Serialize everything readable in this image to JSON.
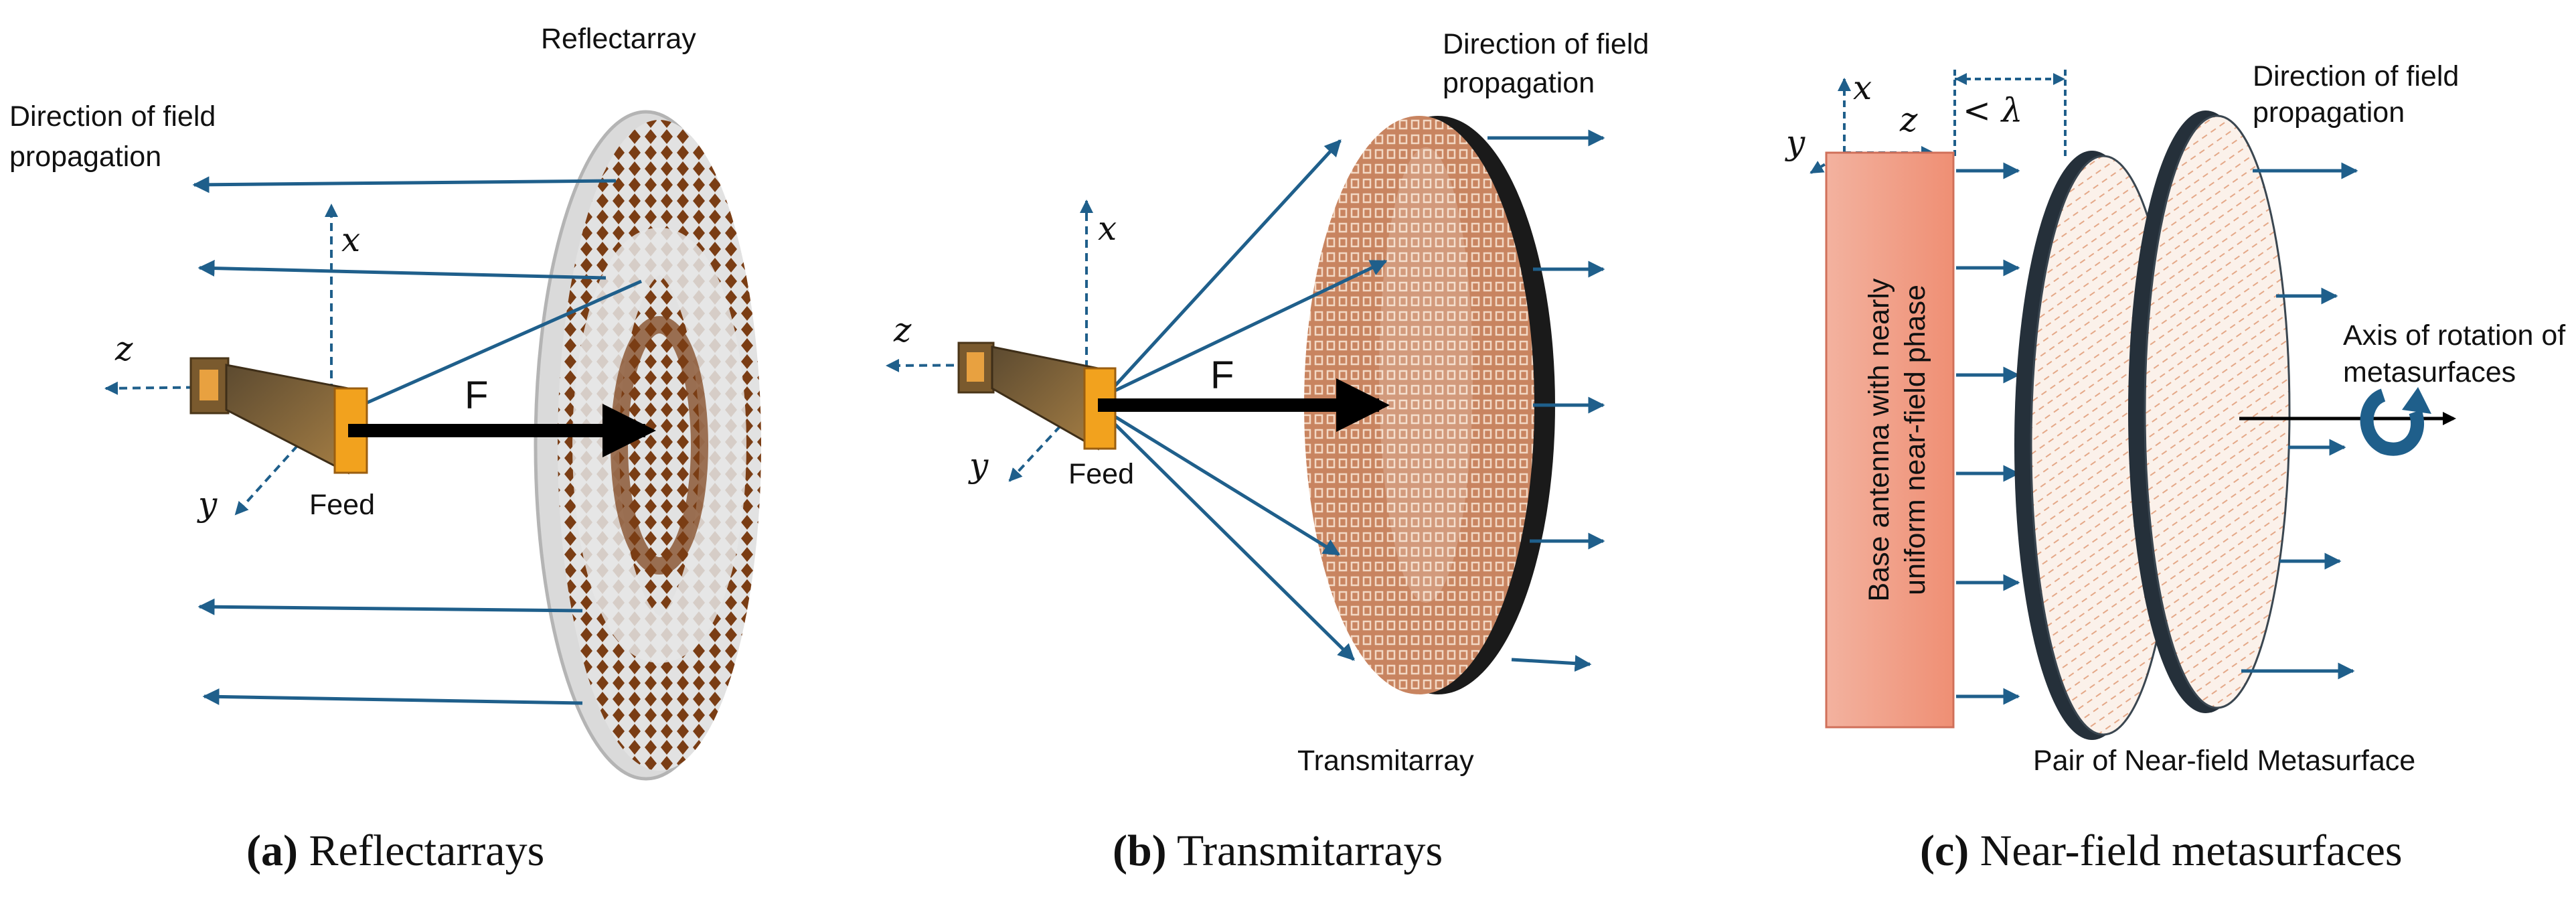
{
  "panels": {
    "a": {
      "title": "Reflectarray",
      "direction_label_line1": "Direction of field",
      "direction_label_line2": "propagation",
      "feed_label": "Feed",
      "focal_label": "F",
      "axes": {
        "x": "x",
        "y": "y",
        "z": "z"
      },
      "caption_letter": "(a)",
      "caption_text": " Reflectarrays"
    },
    "b": {
      "title": "Transmitarray",
      "direction_label_line1": "Direction of field",
      "direction_label_line2": "propagation",
      "feed_label": "Feed",
      "focal_label": "F",
      "axes": {
        "x": "x",
        "y": "y",
        "z": "z"
      },
      "caption_letter": "(b)",
      "caption_text": " Transmitarrays"
    },
    "c": {
      "title": "Pair of Near-field Metasurface",
      "direction_label_line1": "Direction of field",
      "direction_label_line2": "propagation",
      "rotation_label_line1": "Axis of rotation of",
      "rotation_label_line2": "metasurfaces",
      "base_antenna_line1": "Base antenna with nearly",
      "base_antenna_line2": "uniform near-field phase",
      "spacing_label": "< λ",
      "axes": {
        "x": "x",
        "y": "y",
        "z": "z"
      },
      "caption_letter": "(c)",
      "caption_text": " Near-field metasurfaces"
    }
  },
  "colors": {
    "arrow_blue": "#1f5f8b",
    "substrate_brown": "#8a4a1e",
    "copper": "#c8845a",
    "horn_gold": "#f2a21e",
    "base_antenna": "#f2a08a"
  }
}
